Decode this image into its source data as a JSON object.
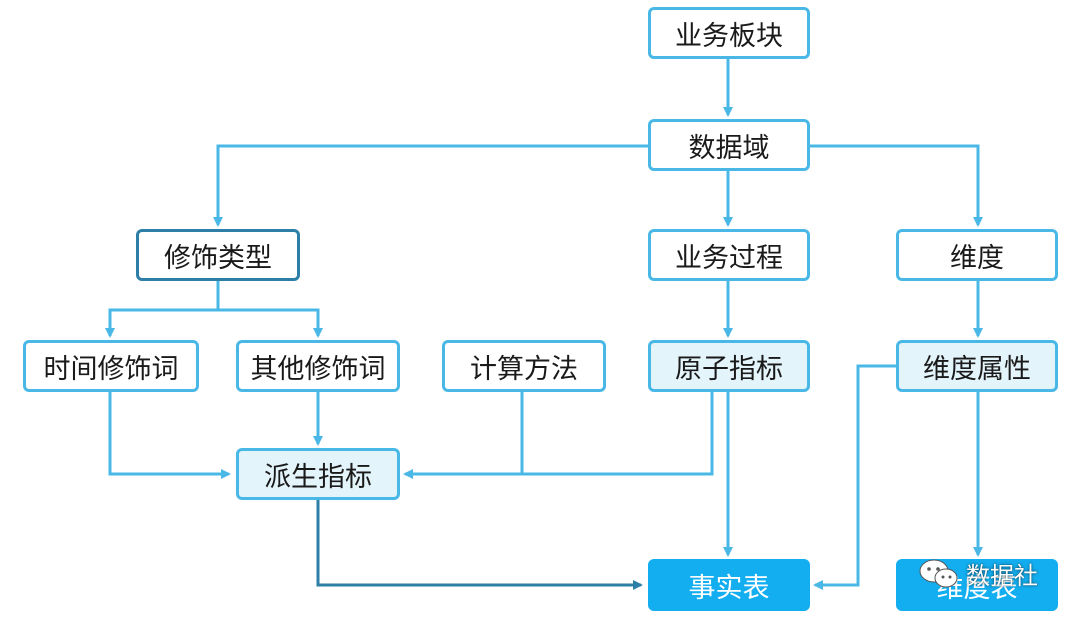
{
  "nodes": {
    "business_sector": "业务板块",
    "data_domain": "数据域",
    "modifier_type": "修饰类型",
    "business_process": "业务过程",
    "dimension": "维度",
    "time_modifier": "时间修饰词",
    "other_modifier": "其他修饰词",
    "calc_method": "计算方法",
    "atomic_metric": "原子指标",
    "dimension_attr": "维度属性",
    "derived_metric": "派生指标",
    "fact_table": "事实表",
    "dimension_table": "维度表"
  },
  "watermark": {
    "text": "数据社",
    "icon": "wechat-icon"
  },
  "colors": {
    "line": "#4ab8e6",
    "line_dark": "#2e7fa8",
    "tint": "#e4f4fb",
    "solid": "#13aef0"
  }
}
